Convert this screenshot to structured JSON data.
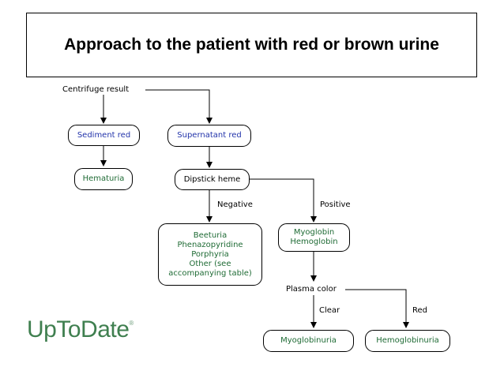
{
  "title": "Approach to the patient with red or brown urine",
  "nodes": {
    "centrifuge": "Centrifuge result",
    "sediment_red": "Sediment red",
    "supernatant_red": "Supernatant red",
    "hematuria": "Hematuria",
    "dipstick_heme": "Dipstick heme",
    "negative_list": [
      "Beeturia",
      "Phenazopyridine",
      "Porphyria",
      "Other (see",
      "accompanying table)"
    ],
    "myoglobin_hemoglobin": [
      "Myoglobin",
      "Hemoglobin"
    ],
    "plasma_color": "Plasma color",
    "myoglobinuria": "Myoglobinuria",
    "hemoglobinuria": "Hemoglobinuria"
  },
  "edge_labels": {
    "negative": "Negative",
    "positive": "Positive",
    "clear": "Clear",
    "red": "Red"
  },
  "logo": {
    "text": "UpToDate",
    "mark": "®"
  },
  "colors": {
    "blue_text": "#2233aa",
    "green_text": "#1f6b35",
    "logo": "#3f7f4f"
  }
}
